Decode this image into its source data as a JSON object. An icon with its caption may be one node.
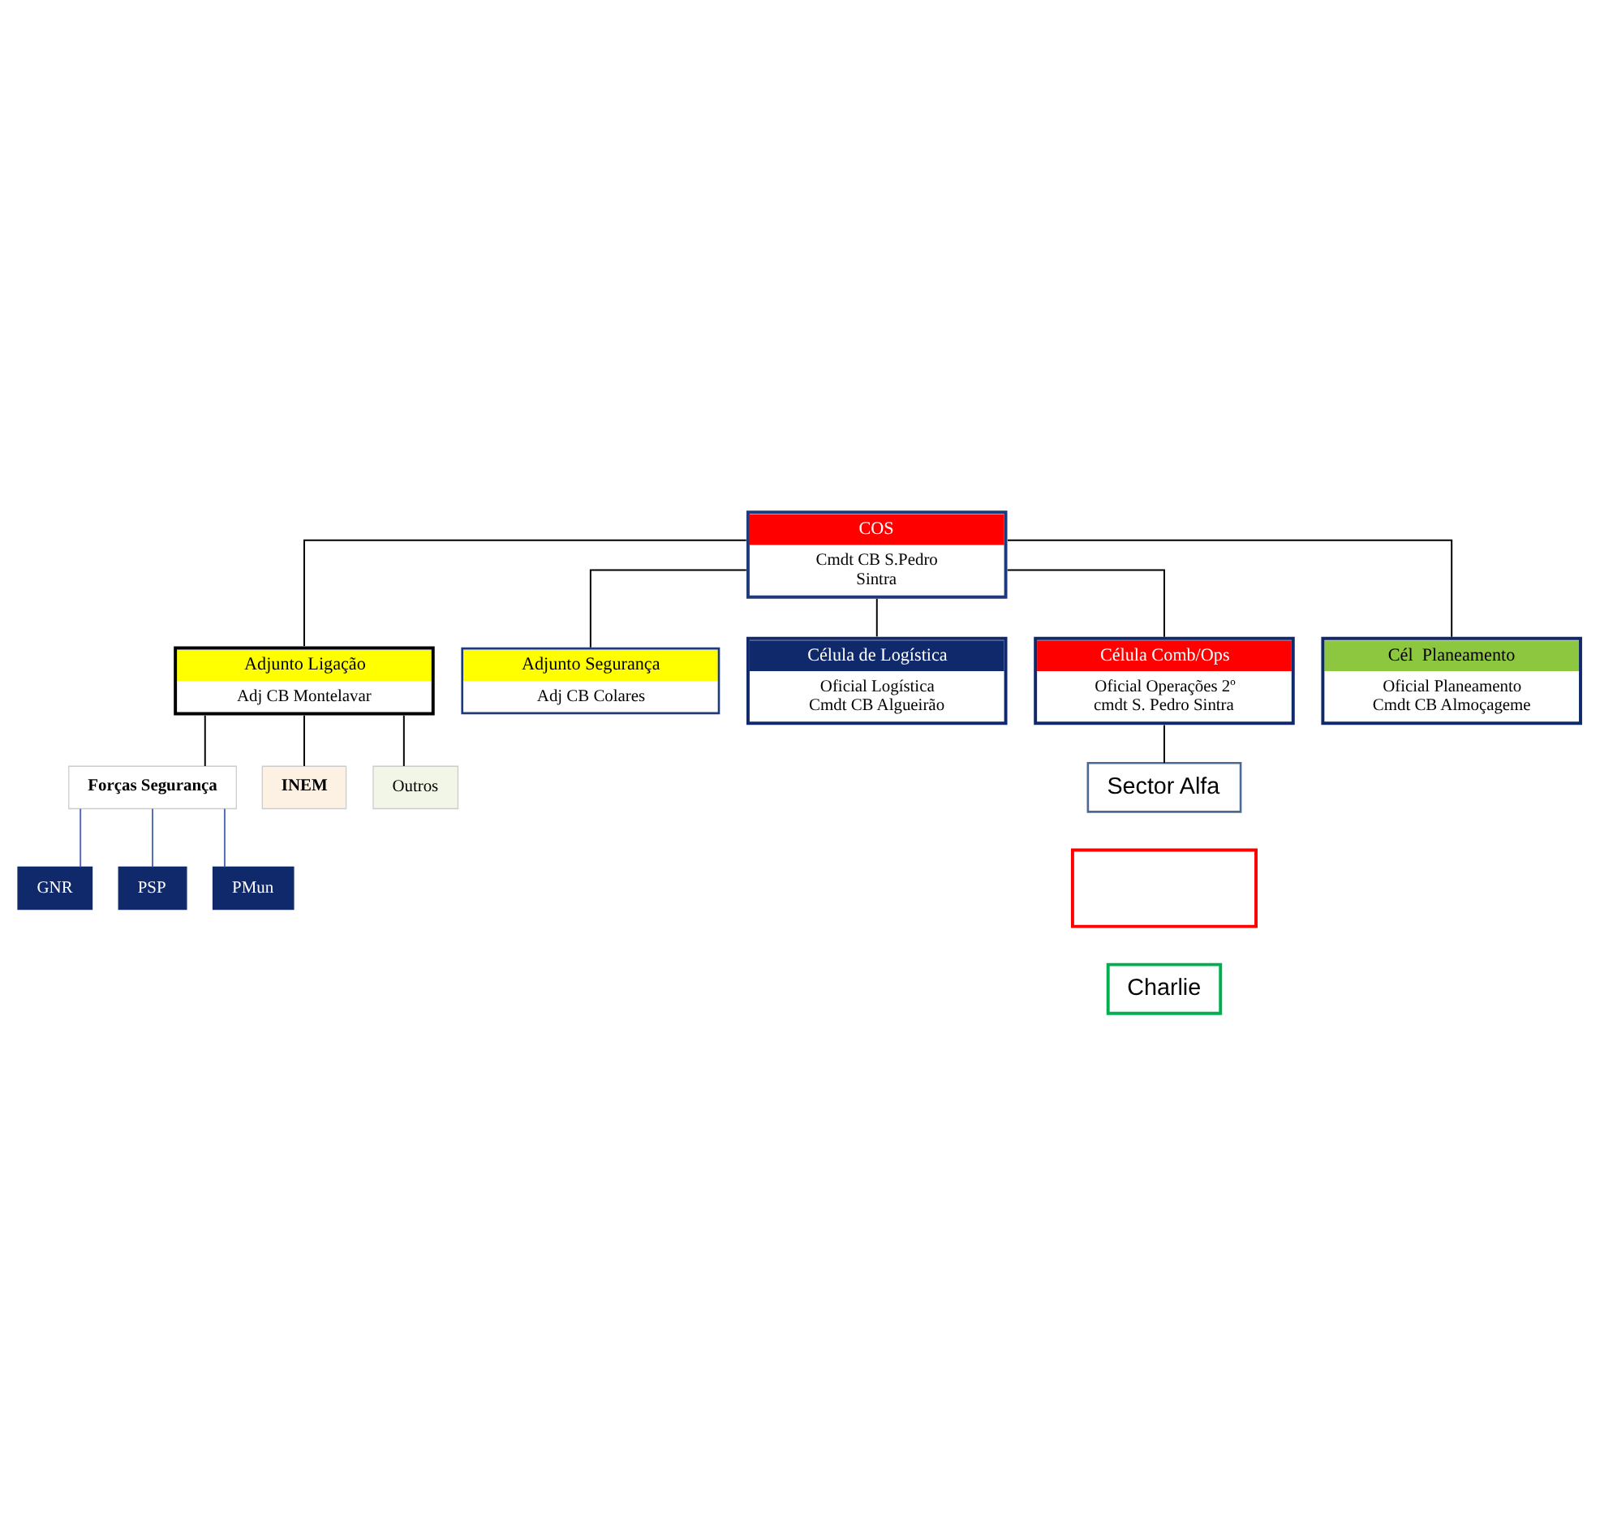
{
  "diagram": {
    "nodes": [
      {
        "text": [
          "COS",
          "Cmdt CB S.Pedro Sintra"
        ]
      },
      {
        "text": [
          "Adjunto Ligação",
          "Adj CB Montelavar"
        ]
      },
      {
        "text": [
          "Adjunto Segurança",
          "Adj CB Colares"
        ]
      },
      {
        "text": [
          "Forças Segurança"
        ]
      },
      {
        "text": [
          "INEM"
        ]
      },
      {
        "text": [
          "Outros"
        ]
      },
      {
        "text": [
          "GNR"
        ]
      },
      {
        "text": [
          "PSP"
        ]
      },
      {
        "text": [
          "PMun"
        ]
      },
      {
        "text": [
          "Célula de Logística",
          "Oficial Logística Cmdt CB Algueirão"
        ]
      },
      {
        "text": [
          "Célula Comb/Ops",
          "Oficial Operações 2º cmdt S. Pedro Sintra"
        ]
      },
      {
        "text": [
          "Cél  Planeamento",
          "Oficial Planeamento Cmdt CB Almoçageme"
        ]
      },
      {
        "text": [
          "Sector Alfa"
        ]
      },
      {
        "text": [],
        "shape": "box"
      },
      {
        "text": [
          "Charlie"
        ]
      }
    ],
    "edges": [
      {
        "from": 0,
        "to": 1,
        "arrow": "none"
      },
      {
        "from": 0,
        "to": 2,
        "arrow": "none"
      },
      {
        "from": 1,
        "to": 3,
        "arrow": "none"
      },
      {
        "from": 1,
        "to": 4,
        "arrow": "none"
      },
      {
        "from": 1,
        "to": 5,
        "arrow": "none"
      },
      {
        "from": 3,
        "to": 6,
        "arrow": "none",
        "color": "#4f6bb5"
      },
      {
        "from": 3,
        "to": 7,
        "arrow": "none",
        "color": "#4f6bb5"
      },
      {
        "from": 3,
        "to": 8,
        "arrow": "none",
        "color": "#4f6bb5"
      },
      {
        "from": 0,
        "to": 9,
        "arrow": "none"
      },
      {
        "from": 0,
        "to": 10,
        "arrow": "none"
      },
      {
        "from": 0,
        "to": 11,
        "arrow": "none"
      },
      {
        "from": 10,
        "to": 12,
        "arrow": "none"
      }
    ]
  }
}
